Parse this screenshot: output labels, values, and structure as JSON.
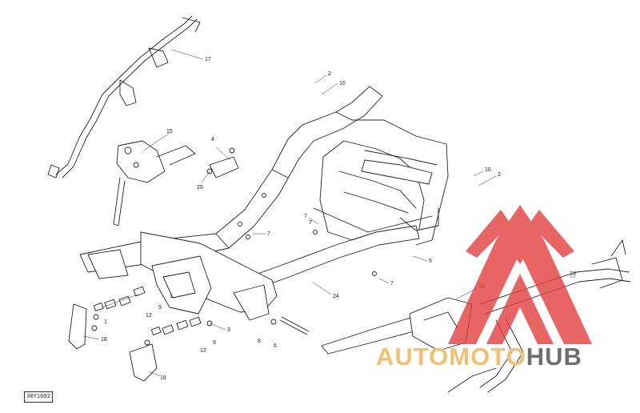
{
  "diagram": {
    "reference_code": "30Y1602",
    "callouts": [
      "17",
      "15",
      "2",
      "10",
      "4",
      "25",
      "7",
      "7",
      "10",
      "2",
      "7",
      "5",
      "7",
      "24",
      "16",
      "23",
      "1",
      "1",
      "9",
      "12",
      "6",
      "3",
      "9",
      "12",
      "8",
      "18",
      "18"
    ]
  },
  "watermark": {
    "word_1": "AUTOMOTO",
    "word_2": "HUB",
    "color_1": "#f1c074",
    "color_2": "#6f6f6f",
    "logo_color": "#e23b3b"
  }
}
